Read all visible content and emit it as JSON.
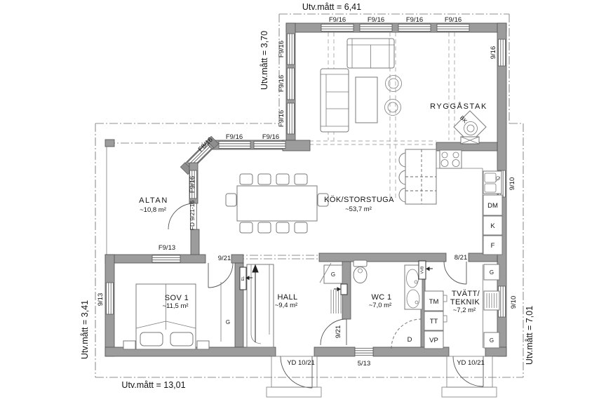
{
  "dimensions": {
    "top": "Utv.mått = 6,41",
    "upper_left": "Utv.mått = 3,70",
    "left": "Utv.mått = 3,41",
    "right": "Utv.mått = 7,01",
    "bottom": "Utv.mått = 13,01"
  },
  "rooms": {
    "ryggastak": {
      "name": "RYGGÅSTAK"
    },
    "altan": {
      "name": "ALTAN",
      "area": "~10,8 m²"
    },
    "kok": {
      "name": "KÖK/STORSTUGA",
      "area": "~53,7 m²"
    },
    "sov1": {
      "name": "SOV 1",
      "area": "~11,5 m²"
    },
    "hall": {
      "name": "HALL",
      "area": "~9,4 m²"
    },
    "wc1": {
      "name": "WC 1",
      "area": "~7,0 m²"
    },
    "tvatt": {
      "name_line1": "TVÄTT/",
      "name_line2": "TEKNIK",
      "area": "~7,2 m²"
    }
  },
  "openings": {
    "f916": "F9/16",
    "f816": "F8/16",
    "f913": "F9/13",
    "fd92116": "FD 9/21-16",
    "w916": "9/16",
    "w910": "9/10",
    "w913": "9/13",
    "w513": "5/13",
    "d921": "9/21",
    "d821": "8/21",
    "yd1021": "YD 10/21"
  },
  "fixtures": {
    "dm": "DM",
    "k": "K",
    "f": "F",
    "tm": "TM",
    "tt": "TT",
    "vp": "VP",
    "g": "G",
    "d": "D",
    "bk": "BK",
    "vvb": "VVB",
    "el": "EL"
  },
  "colors": {
    "wall": "#9c9c9c",
    "wall_outline": "#4f4f4f",
    "line": "#555555",
    "boundary": "#8f8f8f",
    "text": "#141414",
    "background": "#ffffff"
  }
}
